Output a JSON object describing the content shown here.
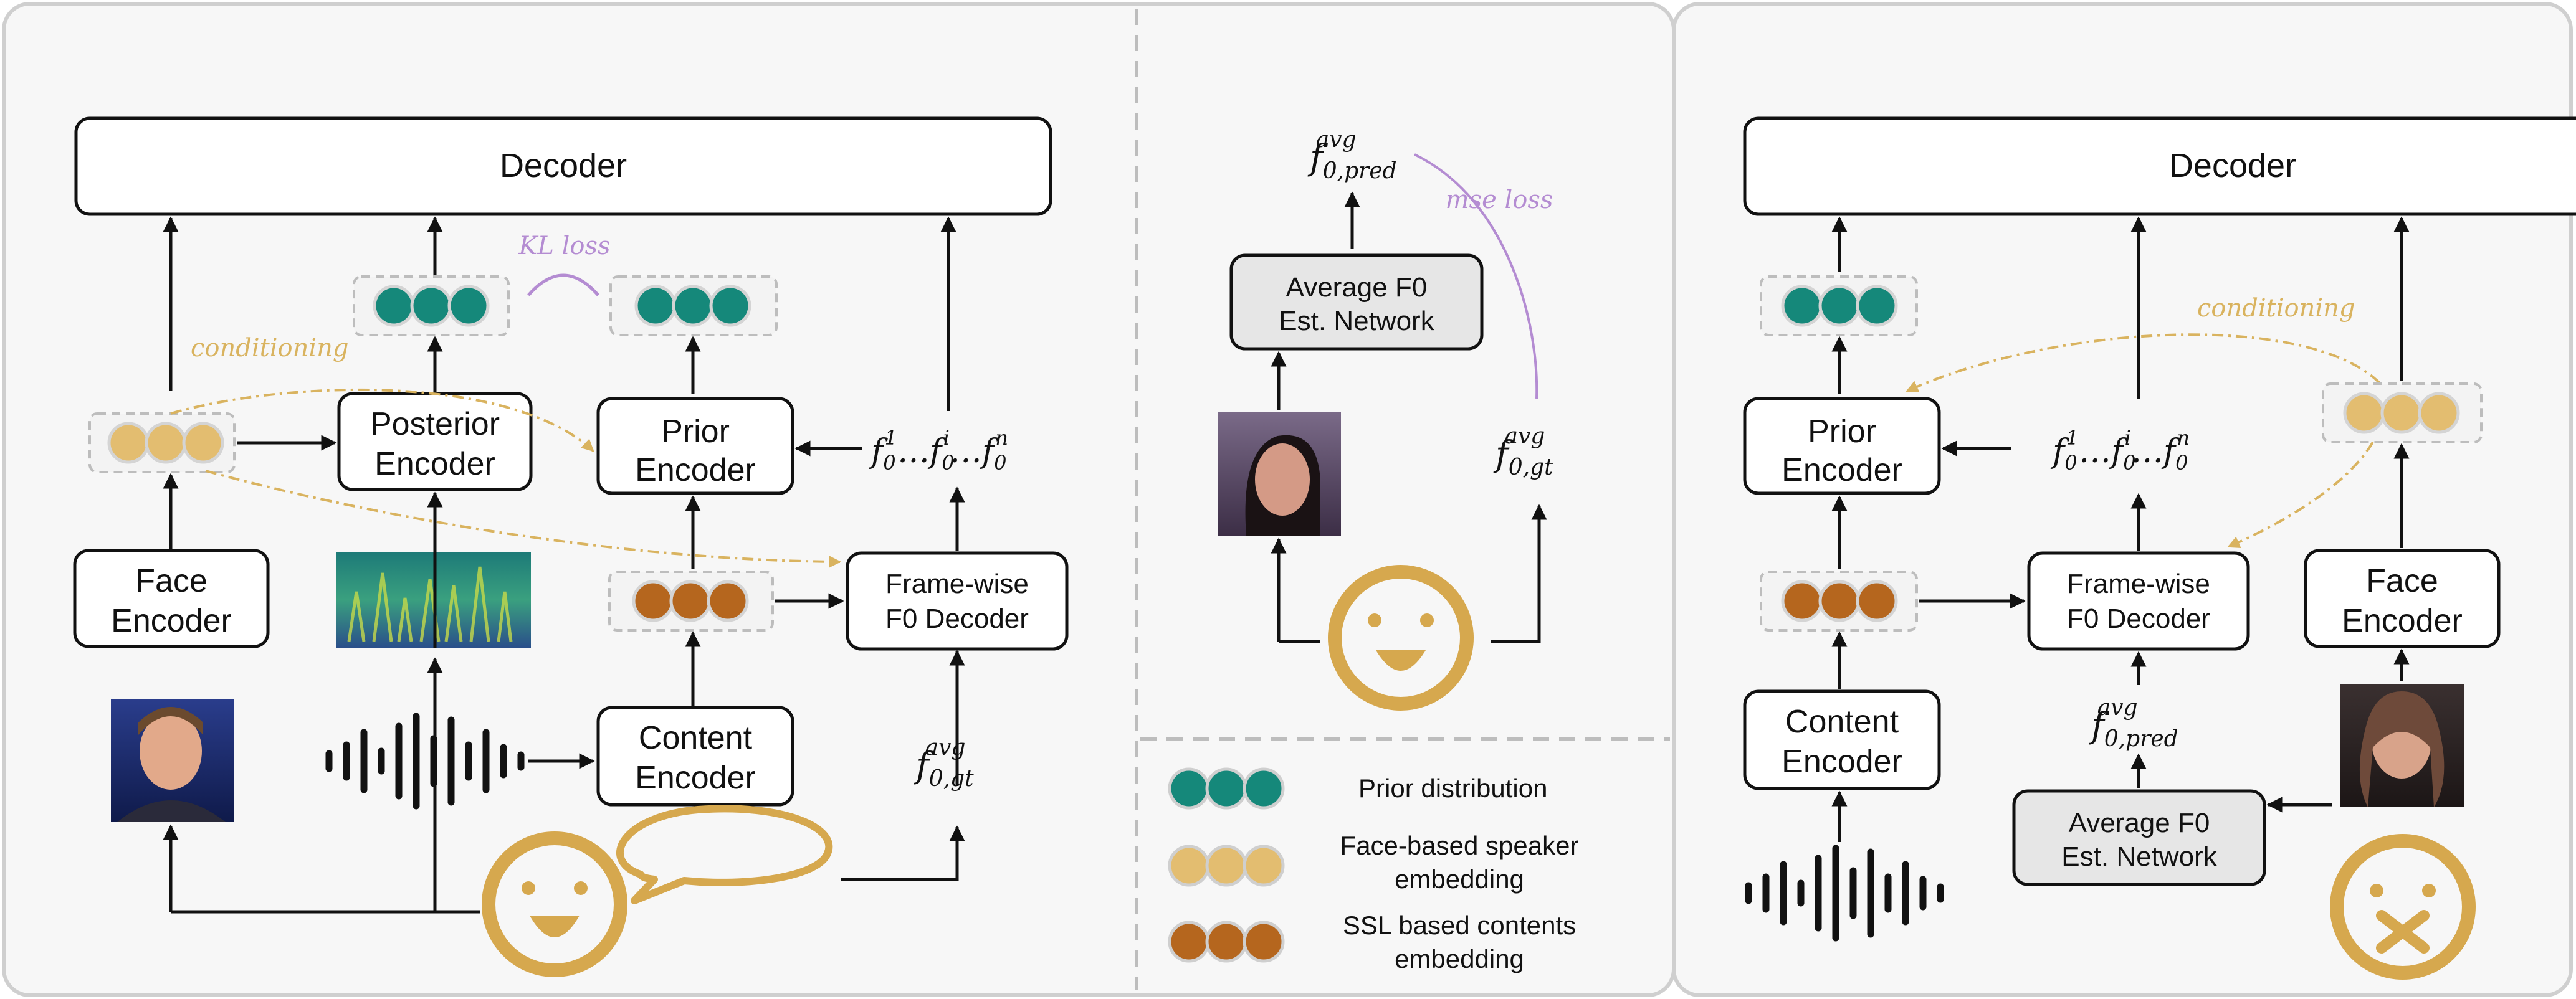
{
  "colors": {
    "prior": "#15887a",
    "face": "#e3bd70",
    "ssl": "#b5661e",
    "conditioning": "#d9b35f",
    "loss": "#b48cd2",
    "smiley": "#d6a84e"
  },
  "training": {
    "decoder": "Decoder",
    "face_encoder": [
      "Face",
      "Encoder"
    ],
    "posterior_encoder": [
      "Posterior",
      "Encoder"
    ],
    "prior_encoder": [
      "Prior",
      "Encoder"
    ],
    "content_encoder": [
      "Content",
      "Encoder"
    ],
    "frame_f0_decoder": [
      "Frame-wise",
      "F0 Decoder"
    ],
    "kl_loss": "KL loss",
    "conditioning": "conditioning",
    "f0_seq": [
      "f",
      "0",
      "1",
      "…",
      "f",
      "0",
      "i",
      "…",
      "f",
      "0",
      "n"
    ],
    "f0_avg_gt": [
      "f",
      "0,gt",
      "avg"
    ]
  },
  "f0net": {
    "box": [
      "Average F0",
      "Est. Network"
    ],
    "mse_loss": "mse loss",
    "pred": [
      "f",
      "0,pred",
      "avg"
    ],
    "gt": [
      "f",
      "0,gt",
      "avg"
    ]
  },
  "legend": {
    "prior": [
      "Prior distribution"
    ],
    "face": [
      "Face-based speaker",
      "embedding"
    ],
    "ssl": [
      "SSL based contents",
      "embedding"
    ]
  },
  "inference": {
    "decoder": "Decoder",
    "prior_encoder": [
      "Prior",
      "Encoder"
    ],
    "content_encoder": [
      "Content",
      "Encoder"
    ],
    "frame_f0_decoder": [
      "Frame-wise",
      "F0 Decoder"
    ],
    "face_encoder": [
      "Face",
      "Encoder"
    ],
    "avg_f0_net": [
      "Average F0",
      "Est. Network"
    ],
    "conditioning": "conditioning",
    "f0_seq": [
      "f",
      "0",
      "1",
      "…",
      "f",
      "0",
      "i",
      "…",
      "f",
      "0",
      "n"
    ],
    "f0_pred": [
      "f",
      "0,pred",
      "avg"
    ]
  }
}
